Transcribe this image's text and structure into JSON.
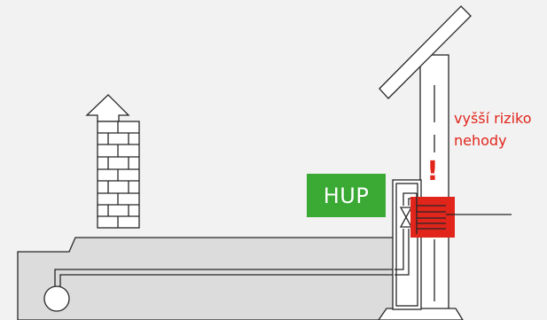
{
  "labels": {
    "hup": "HUP",
    "risk_line1": "vyšší riziko",
    "risk_line2": "nehody",
    "exclamation": "!"
  },
  "colors": {
    "background": "#f2f2f2",
    "ground": "#dcdcdc",
    "outline": "#262626",
    "hup_badge": "#3aaa35",
    "risk_red": "#e1251b",
    "white": "#ffffff"
  },
  "icons": {
    "valve": "valve-icon",
    "meter": "gas-meter-icon"
  }
}
